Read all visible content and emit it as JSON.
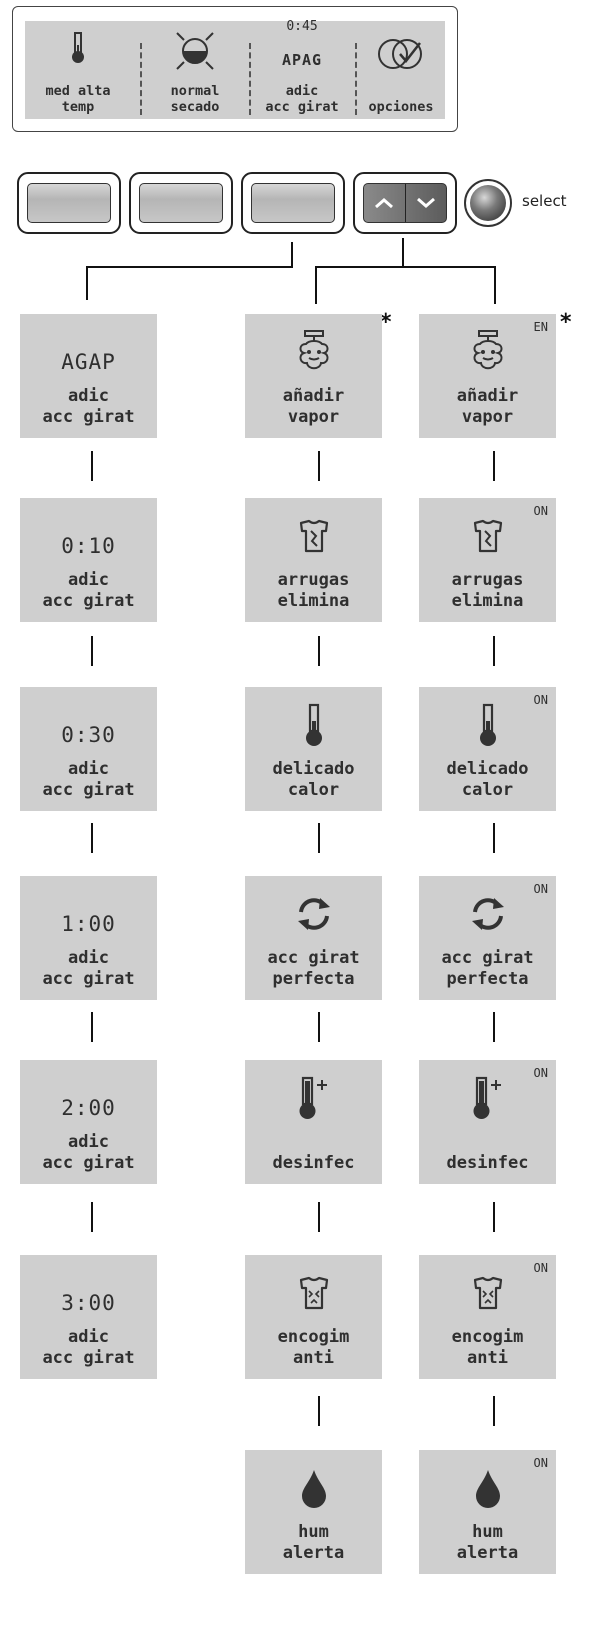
{
  "display": {
    "temp_label_1": "med alta",
    "temp_label_2": "temp",
    "dry_label_1": "normal",
    "dry_label_2": "secado",
    "time": "0:45",
    "status": "APAG",
    "rot_label_1": "adic",
    "rot_label_2": "acc girat",
    "options_label": "opciones"
  },
  "select_label": "select",
  "columns": {
    "left": [
      {
        "value": "AGAP",
        "line1": "adic",
        "line2": "acc girat"
      },
      {
        "value": "0:10",
        "line1": "adic",
        "line2": "acc girat"
      },
      {
        "value": "0:30",
        "line1": "adic",
        "line2": "acc girat"
      },
      {
        "value": "1:00",
        "line1": "adic",
        "line2": "acc girat"
      },
      {
        "value": "2:00",
        "line1": "adic",
        "line2": "acc girat"
      },
      {
        "value": "3:00",
        "line1": "adic",
        "line2": "acc girat"
      }
    ],
    "middle": [
      {
        "icon": "steam-icon",
        "line1": "añadir",
        "line2": "vapor"
      },
      {
        "icon": "shirt-icon",
        "line1": "arrugas",
        "line2": "elimina"
      },
      {
        "icon": "thermometer-icon",
        "line1": "delicado",
        "line2": "calor"
      },
      {
        "icon": "rotate-icon",
        "line1": "acc girat",
        "line2": "perfecta"
      },
      {
        "icon": "thermometer-plus-icon",
        "line1": "",
        "line2": "desinfec"
      },
      {
        "icon": "shrink-shirt-icon",
        "line1": "encogim",
        "line2": "anti"
      },
      {
        "icon": "droplet-icon",
        "line1": "hum",
        "line2": "alerta"
      }
    ],
    "right": [
      {
        "badge": "EN",
        "icon": "steam-icon",
        "line1": "añadir",
        "line2": "vapor"
      },
      {
        "badge": "ON",
        "icon": "shirt-icon",
        "line1": "arrugas",
        "line2": "elimina"
      },
      {
        "badge": "ON",
        "icon": "thermometer-icon",
        "line1": "delicado",
        "line2": "calor"
      },
      {
        "badge": "ON",
        "icon": "rotate-icon",
        "line1": "acc girat",
        "line2": "perfecta"
      },
      {
        "badge": "ON",
        "icon": "thermometer-plus-icon",
        "line1": "",
        "line2": "desinfec"
      },
      {
        "badge": "ON",
        "icon": "shrink-shirt-icon",
        "line1": "encogim",
        "line2": "anti"
      },
      {
        "badge": "ON",
        "icon": "droplet-icon",
        "line1": "hum",
        "line2": "alerta"
      }
    ]
  },
  "footnote_mark": "*"
}
